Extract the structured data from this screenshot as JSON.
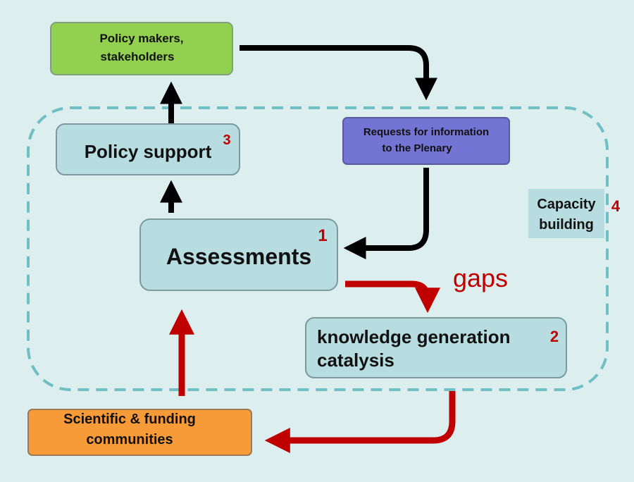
{
  "nodes": {
    "policy_makers": {
      "line1": "Policy makers,",
      "line2": "stakeholders",
      "color": "#92d050"
    },
    "requests": {
      "line1": "Requests for information",
      "line2": "to the Plenary",
      "color": "#7474d4"
    },
    "policy_support": {
      "label": "Policy support",
      "number": "3",
      "color": "#b7dde0"
    },
    "assessments": {
      "label": "Assessments",
      "number": "1",
      "color": "#b7dde0"
    },
    "knowledge": {
      "line1": "knowledge generation",
      "line2": "catalysis",
      "number": "2",
      "color": "#b7dde0"
    },
    "capacity": {
      "line1": "Capacity",
      "line2": "building",
      "number": "4",
      "color": "#b7dde0"
    },
    "scientific": {
      "line1": "Scientific & funding",
      "line2": "communities",
      "color": "#f79a38"
    }
  },
  "gaps_label": "gaps",
  "colors": {
    "background": "#ddeeee",
    "boundary": "#6fbfc4",
    "black_arrow": "#000000",
    "red_arrow": "#c00000",
    "number": "#c00000"
  }
}
